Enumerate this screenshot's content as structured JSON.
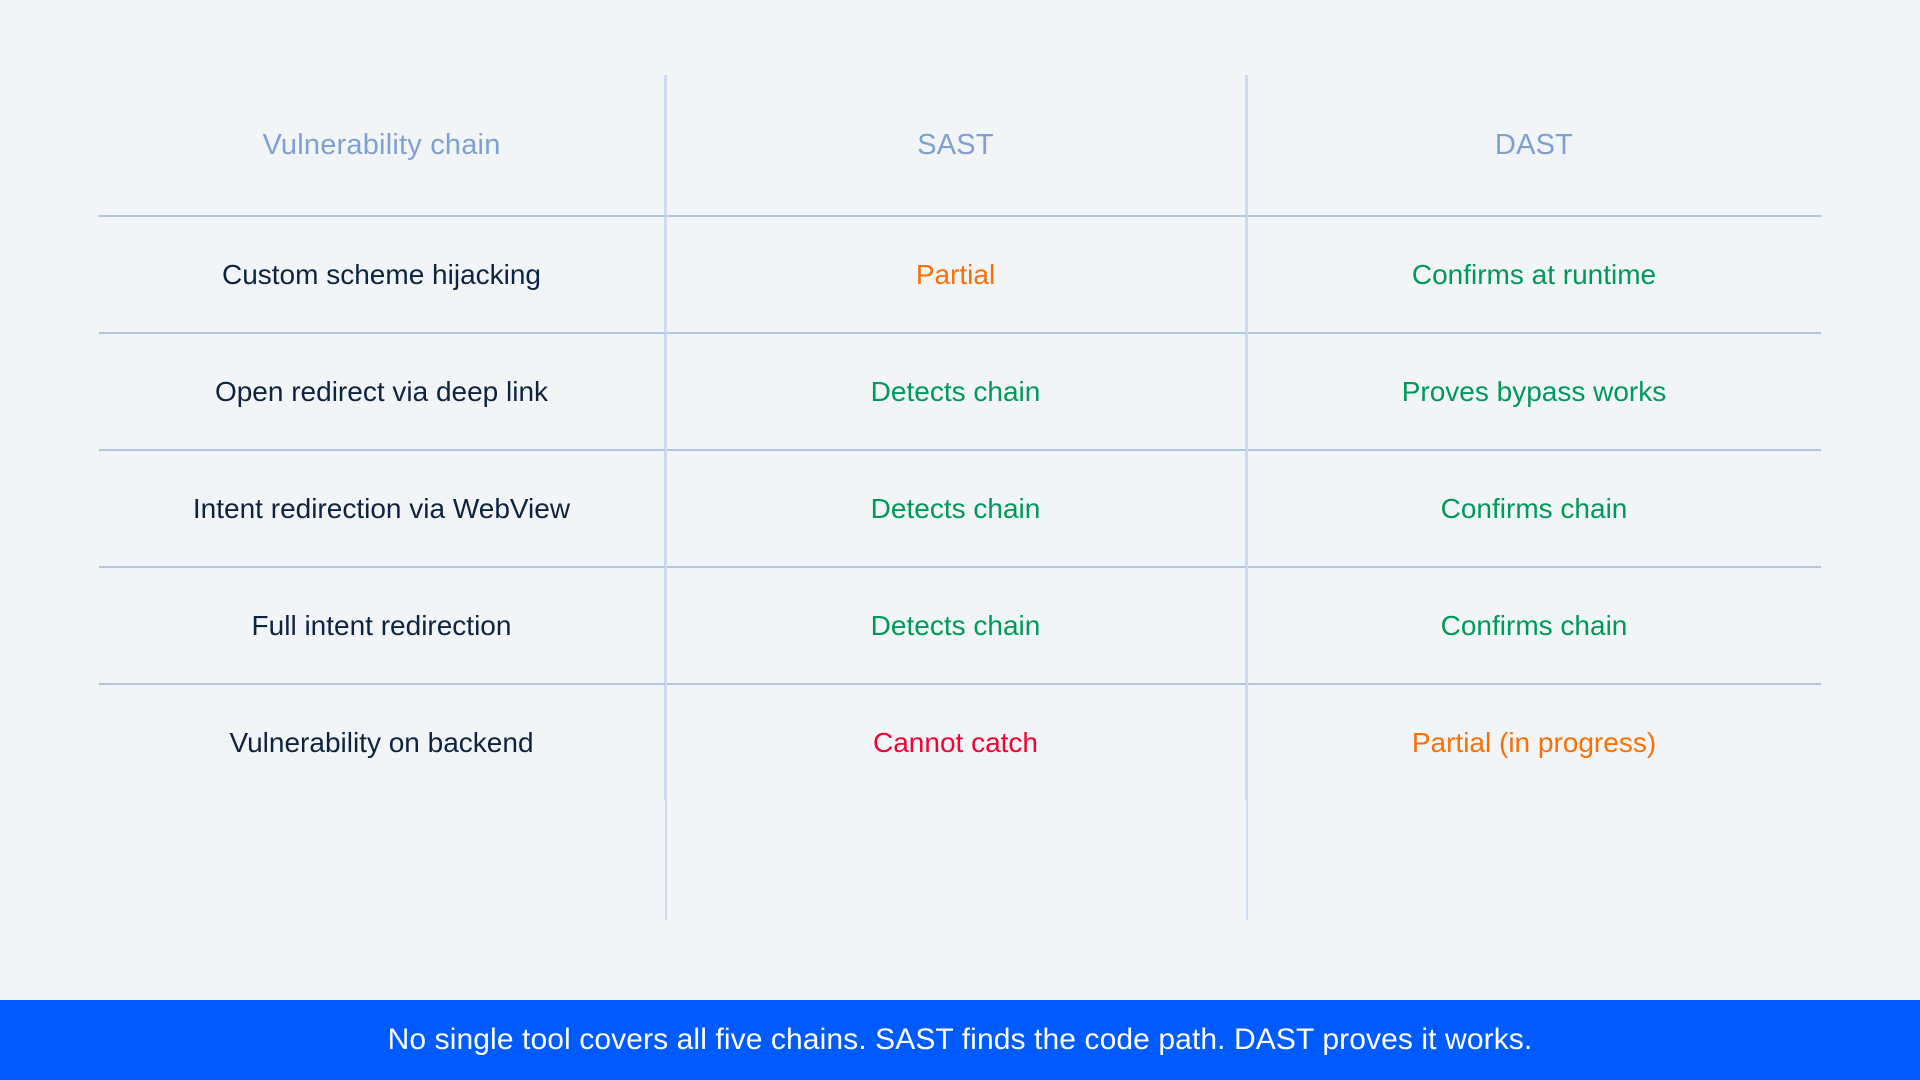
{
  "theme": {
    "background": "#F1F5F8",
    "header_text": "#7FA0D0",
    "row_label_text": "#0D2340",
    "rule_strong": "#AFC6E4",
    "rule_soft": "#CBDCF0",
    "status_good": "#00995B",
    "status_partial": "#FA7005",
    "status_bad": "#F50132",
    "banner_background": "#005BFF",
    "banner_text": "#FFFFFF"
  },
  "table": {
    "columns": [
      {
        "key": "chain",
        "label": "Vulnerability chain"
      },
      {
        "key": "sast",
        "label": "SAST"
      },
      {
        "key": "dast",
        "label": "DAST"
      }
    ],
    "rows": [
      {
        "chain": "Custom scheme hijacking",
        "sast": {
          "text": "Partial",
          "status": "partial"
        },
        "dast": {
          "text": "Confirms at runtime",
          "status": "good"
        }
      },
      {
        "chain": "Open redirect via deep link",
        "sast": {
          "text": "Detects chain",
          "status": "good"
        },
        "dast": {
          "text": "Proves bypass works",
          "status": "good"
        }
      },
      {
        "chain": "Intent redirection via WebView",
        "sast": {
          "text": "Detects chain",
          "status": "good"
        },
        "dast": {
          "text": "Confirms chain",
          "status": "good"
        }
      },
      {
        "chain": "Full intent redirection",
        "sast": {
          "text": "Detects chain",
          "status": "good"
        },
        "dast": {
          "text": "Confirms chain",
          "status": "good"
        }
      },
      {
        "chain": "Vulnerability on backend",
        "sast": {
          "text": "Cannot catch",
          "status": "bad"
        },
        "dast": {
          "text": "Partial (in progress)",
          "status": "partial"
        }
      }
    ]
  },
  "banner": {
    "text": "No single tool covers all five chains. SAST finds the code path. DAST proves it works."
  }
}
